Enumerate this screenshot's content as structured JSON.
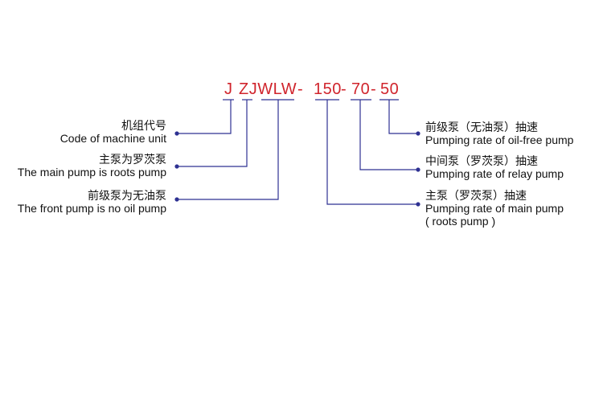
{
  "code": {
    "seg_j": "J",
    "seg_zjwlw": "ZJWLW",
    "seg_dash1": "-",
    "seg_150": "150",
    "seg_dash2": "-",
    "seg_70": "70",
    "seg_dash3": "-",
    "seg_50": "50"
  },
  "labels_left": [
    {
      "zh": "机组代号",
      "en": "Code of machine unit"
    },
    {
      "zh": "主泵为罗茨泵",
      "en": "The main pump is roots pump"
    },
    {
      "zh": "前级泵为无油泵",
      "en": "The front pump is no oil pump"
    }
  ],
  "labels_right": [
    {
      "zh": "前级泵（无油泵）抽速",
      "en": "Pumping rate of oil-free pump"
    },
    {
      "zh": "中间泵（罗茨泵）抽速",
      "en": "Pumping rate of relay pump"
    },
    {
      "zh": "主泵（罗茨泵）抽速",
      "en": "Pumping rate of main pump",
      "en2": "( roots pump )"
    }
  ],
  "colors": {
    "code_text": "#d0242c",
    "line": "#2e3192",
    "dot": "#2e3192",
    "label_text": "#111111"
  }
}
